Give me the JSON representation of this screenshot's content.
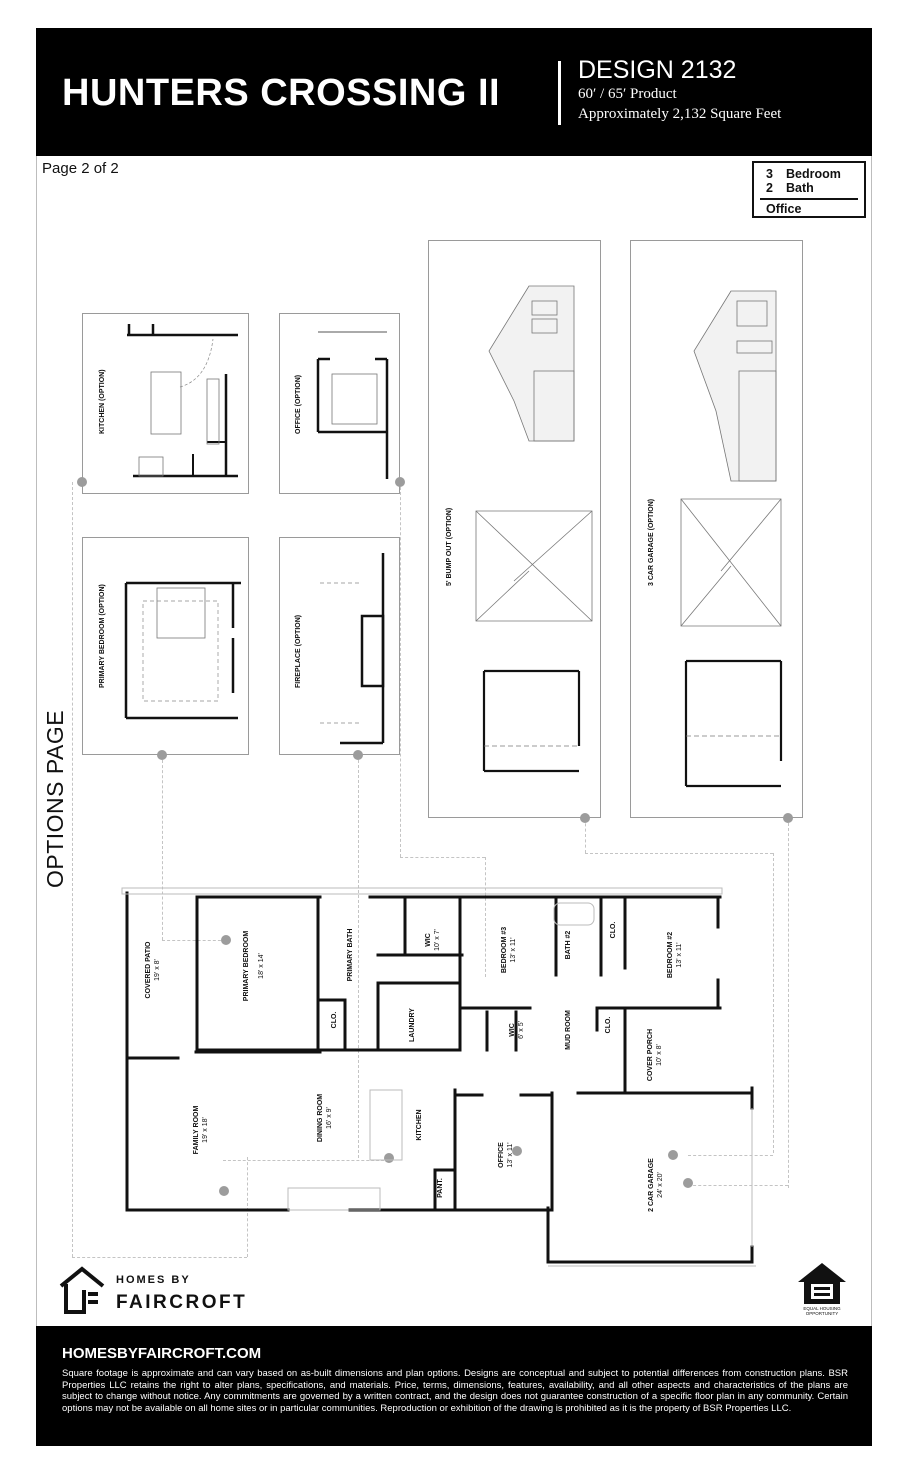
{
  "header": {
    "community": "HUNTERS CROSSING II",
    "design": "DESIGN 2132",
    "product": "60′ / 65′ Product",
    "square_feet": "Approximately 2,132 Square Feet"
  },
  "page": {
    "page_number": "Page 2 of 2",
    "section_label": "OPTIONS PAGE"
  },
  "specs": {
    "bedrooms": {
      "count": "3",
      "label": "Bedroom"
    },
    "baths": {
      "count": "2",
      "label": "Bath"
    },
    "extra": "Office"
  },
  "option_panels": [
    {
      "label": "KITCHEN (OPTION)"
    },
    {
      "label": "OFFICE (OPTION)"
    },
    {
      "label": "PRIMARY BEDROOM (OPTION)"
    },
    {
      "label": "FIREPLACE (OPTION)"
    },
    {
      "label": "5' BUMP OUT (OPTION)"
    },
    {
      "label": "3 CAR GARAGE (OPTION)"
    }
  ],
  "floor_plan": {
    "rooms": [
      {
        "name": "COVERED PATIO",
        "size": "19' x 8'"
      },
      {
        "name": "PRIMARY BEDROOM",
        "size": "18' x 14'"
      },
      {
        "name": "PRIMARY BATH",
        "size": ""
      },
      {
        "name": "WIC",
        "size": "10' x 7'"
      },
      {
        "name": "CLO.",
        "size": ""
      },
      {
        "name": "LAUNDRY",
        "size": ""
      },
      {
        "name": "BEDROOM #3",
        "size": "13' x 11'"
      },
      {
        "name": "BATH #2",
        "size": ""
      },
      {
        "name": "CLO.",
        "size": ""
      },
      {
        "name": "BEDROOM #2",
        "size": "13' x 11'"
      },
      {
        "name": "WIC",
        "size": "6' x 5'"
      },
      {
        "name": "MUD ROOM",
        "size": ""
      },
      {
        "name": "CLO.",
        "size": ""
      },
      {
        "name": "COVER PORCH",
        "size": "10' x 8'"
      },
      {
        "name": "FAMILY ROOM",
        "size": "19' x 18'"
      },
      {
        "name": "DINING ROOM",
        "size": "16' x 9'"
      },
      {
        "name": "KITCHEN",
        "size": ""
      },
      {
        "name": "PANT.",
        "size": ""
      },
      {
        "name": "OFFICE",
        "size": "13' x 11'"
      },
      {
        "name": "2 CAR GARAGE",
        "size": "24' x 20'"
      }
    ]
  },
  "branding": {
    "logo_line1": "HOMES BY",
    "logo_line2": "FAIRCROFT",
    "eho_caption": "EQUAL HOUSING OPPORTUNITY"
  },
  "footer": {
    "website": "HOMESBYFAIRCROFT.COM",
    "disclaimer": "Square footage is approximate and can vary based on as-built dimensions and plan options. Designs are conceptual and subject to potential differences from construction plans. BSR Properties LLC retains the right to alter plans, specifications, and materials. Price, terms, dimensions, features, availability, and all other aspects and characteristics of the plans are subject to change without notice. Any commitments are governed by a written contract, and the design does not guarantee construction of a specific floor plan in any community. Certain options may not be available on all home sites or in particular communities. Reproduction or exhibition of the drawing is prohibited as it is the property of BSR Properties LLC."
  },
  "colors": {
    "header_bg": "#000000",
    "footer_bg": "#000000",
    "connector_dot": "#9c9c9c",
    "connector_line": "#c4c4c4",
    "wall": "#111111"
  }
}
